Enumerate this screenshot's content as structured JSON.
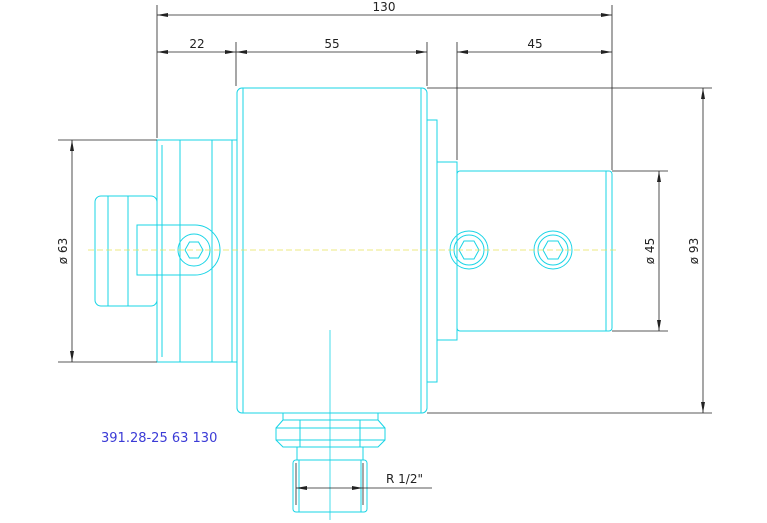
{
  "dimensions": {
    "overall_length": "130",
    "segment_left": "22",
    "segment_middle": "55",
    "segment_right": "45",
    "diameter_left": "ø 63",
    "diameter_shank": "ø 45",
    "diameter_body": "ø 93",
    "thread": "R 1/2\""
  },
  "part_number": "391.28-25 63 130",
  "colors": {
    "geometry": "#19d4e6",
    "dimension_lines": "#222222",
    "centerline": "#e8e35a",
    "part_number_text": "#3b3bd6"
  }
}
